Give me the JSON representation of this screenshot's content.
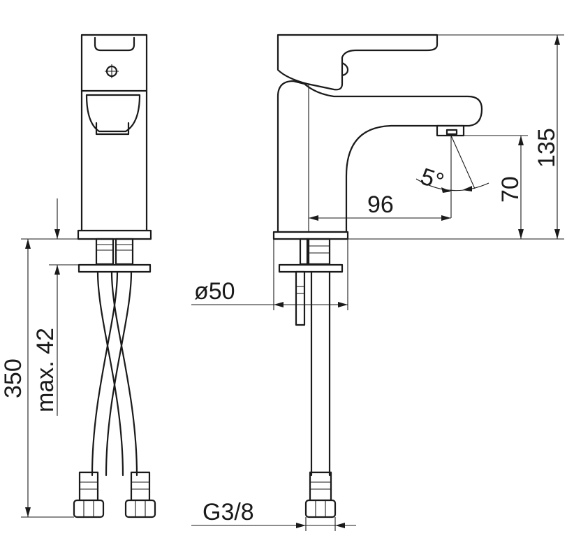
{
  "dimensions": {
    "height_total": "135",
    "spout_height": "70",
    "spout_reach": "96",
    "spout_angle": "5°",
    "base_diameter": "ø50",
    "hose_length": "350",
    "deck_thickness": "max. 42",
    "connection_thread": "G3/8"
  }
}
